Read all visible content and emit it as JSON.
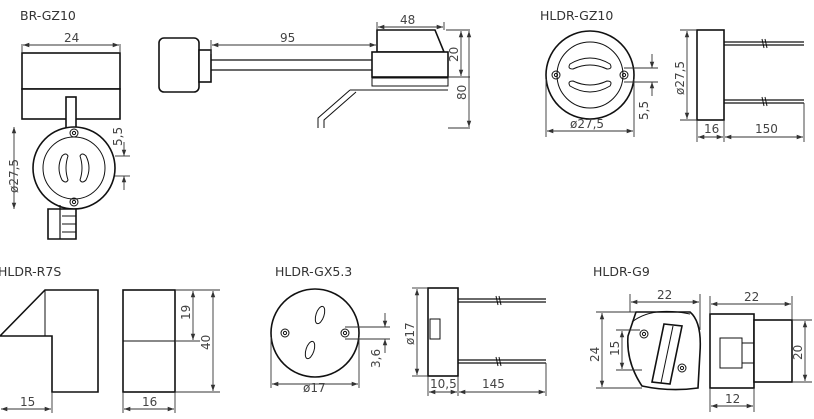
{
  "titles": {
    "br_gz10": "BR-GZ10",
    "hldr_gz10": "HLDR-GZ10",
    "hldr_r7s": "HLDR-R7S",
    "hldr_gx53": "HLDR-GX5.3",
    "hldr_g9": "HLDR-G9"
  },
  "br_gz10": {
    "width": "24",
    "diameter": "ø27,5",
    "offset": "5,5",
    "cable_length": "95",
    "cap_width": "48",
    "cap_height": "20",
    "total_height": "80"
  },
  "hldr_gz10": {
    "diameter_front": "ø27,5",
    "offset": "5,5",
    "diameter_side": "ø27,5",
    "body_depth": "16",
    "wire_length": "150"
  },
  "hldr_r7s": {
    "width": "15",
    "depth": "16",
    "height_upper": "19",
    "height_total": "40"
  },
  "hldr_gx53": {
    "diameter_front": "ø17",
    "offset": "3,6",
    "diameter_side": "ø17",
    "body_depth": "10,5",
    "wire_length": "145"
  },
  "hldr_g9": {
    "width_front": "22",
    "height_outer": "24",
    "height_inner": "15",
    "width_side": "22",
    "height_side": "20",
    "plug_width": "12"
  }
}
